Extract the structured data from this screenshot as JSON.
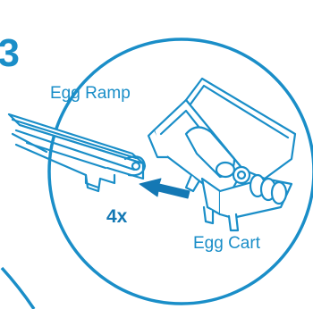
{
  "step": {
    "number": "3."
  },
  "labels": {
    "egg_ramp": "Egg Ramp",
    "egg_cart": "Egg Cart",
    "quantity": "4x"
  },
  "colors": {
    "primary": "#1a8ec8",
    "arrow": "#1478b4",
    "line": "#1a8ec8",
    "background": "#ffffff"
  }
}
